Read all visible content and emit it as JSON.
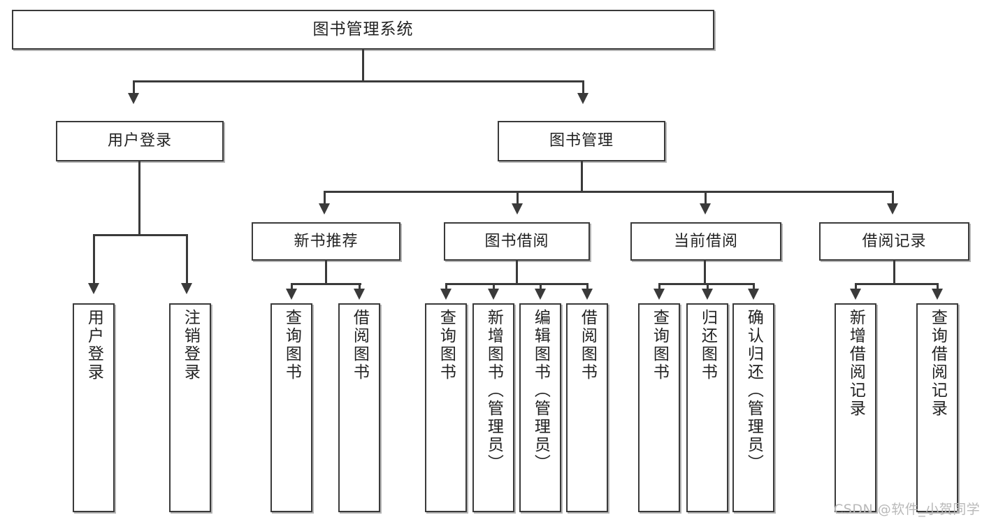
{
  "diagram": {
    "title": "图书管理系统",
    "type": "tree",
    "watermark": "CSDN @软件_小贺同学",
    "colors": {
      "box_border": "#3a3a3a",
      "box_fill": "#ffffff",
      "connector": "#3a3a3a",
      "text": "#222222",
      "watermark": "#b9b9b9",
      "background": "#ffffff"
    },
    "root": {
      "label": "图书管理系统"
    },
    "level1": [
      {
        "id": "user-login",
        "label": "用户登录"
      },
      {
        "id": "book-manage",
        "label": "图书管理"
      }
    ],
    "level2": [
      {
        "id": "new-book-recommend",
        "label": "新书推荐",
        "parent": "book-manage"
      },
      {
        "id": "book-borrow",
        "label": "图书借阅",
        "parent": "book-manage"
      },
      {
        "id": "current-borrow",
        "label": "当前借阅",
        "parent": "book-manage"
      },
      {
        "id": "borrow-record",
        "label": "借阅记录",
        "parent": "book-manage"
      }
    ],
    "leaves": {
      "user-login": [
        {
          "id": "leaf-user-login",
          "label": "用户登录"
        },
        {
          "id": "leaf-logout",
          "label": "注销登录"
        }
      ],
      "new-book-recommend": [
        {
          "id": "leaf-query-book-1",
          "label": "查询图书"
        },
        {
          "id": "leaf-borrow-book-1",
          "label": "借阅图书"
        }
      ],
      "book-borrow": [
        {
          "id": "leaf-query-book-2",
          "label": "查询图书"
        },
        {
          "id": "leaf-add-book",
          "label": "新增图书（管理员）"
        },
        {
          "id": "leaf-edit-book",
          "label": "编辑图书（管理员）"
        },
        {
          "id": "leaf-borrow-book-2",
          "label": "借阅图书"
        }
      ],
      "current-borrow": [
        {
          "id": "leaf-query-book-3",
          "label": "查询图书"
        },
        {
          "id": "leaf-return-book",
          "label": "归还图书"
        },
        {
          "id": "leaf-confirm-return",
          "label": "确认归还（管理员）"
        }
      ],
      "borrow-record": [
        {
          "id": "leaf-add-record",
          "label": "新增借阅记录"
        },
        {
          "id": "leaf-query-record",
          "label": "查询借阅记录"
        }
      ]
    }
  }
}
